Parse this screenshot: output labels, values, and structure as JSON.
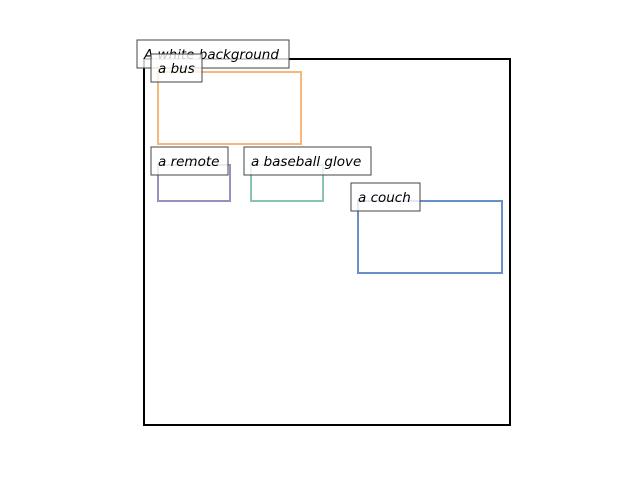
{
  "scene": {
    "label": "A white background",
    "frame_color": "#000000"
  },
  "boxes": [
    {
      "label": "a bus",
      "color": "#f5b87a"
    },
    {
      "label": "a remote",
      "color": "#9b8fbf"
    },
    {
      "label": "a baseball glove",
      "color": "#8cc3b0"
    },
    {
      "label": "a couch",
      "color": "#6a8fc6"
    }
  ]
}
